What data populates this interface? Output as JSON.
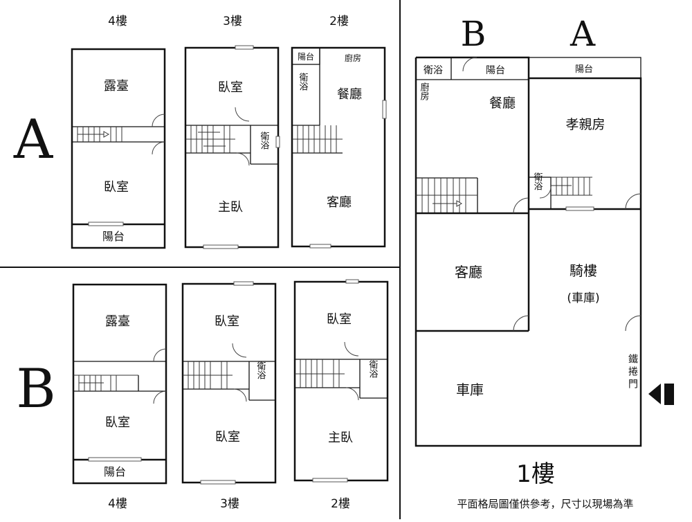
{
  "sections": {
    "a": {
      "letter": "A",
      "floors": [
        "4樓",
        "3樓",
        "2樓"
      ]
    },
    "b": {
      "letter": "B",
      "floors": [
        "4樓",
        "3樓",
        "2樓"
      ]
    }
  },
  "a4": {
    "terrace": "露臺",
    "bedroom": "臥室",
    "balcony": "陽台"
  },
  "a3": {
    "bedroom": "臥室",
    "bath": "衛浴",
    "master": "主臥"
  },
  "a2": {
    "balcony": "陽台",
    "kitchen": "廚房",
    "bath": "衛浴",
    "dining": "餐廳",
    "living": "客廳"
  },
  "b4": {
    "terrace": "露臺",
    "bedroom": "臥室",
    "balcony": "陽台"
  },
  "b3": {
    "bedroom_top": "臥室",
    "bath": "衛浴",
    "bedroom_bottom": "臥室"
  },
  "b2": {
    "bedroom": "臥室",
    "bath": "衛浴",
    "master": "主臥"
  },
  "first": {
    "label_b": "B",
    "label_a": "A",
    "bath_b": "衛浴",
    "balcony_b": "陽台",
    "balcony_a": "陽台",
    "kitchen": "廚房",
    "dining": "餐廳",
    "parents_room": "孝親房",
    "bath_a": "衛浴",
    "living": "客廳",
    "arcade": "騎樓",
    "arcade_note": "(車庫)",
    "garage": "車庫",
    "iron_door": "鐵捲門",
    "floor_title": "1樓",
    "disclaimer": "平面格局圖僅供參考，尺寸以現場為準"
  },
  "icons": [
    "entrance-arrow-icon",
    "stair-arrow-icon",
    "door-swing-icon",
    "window-icon"
  ]
}
